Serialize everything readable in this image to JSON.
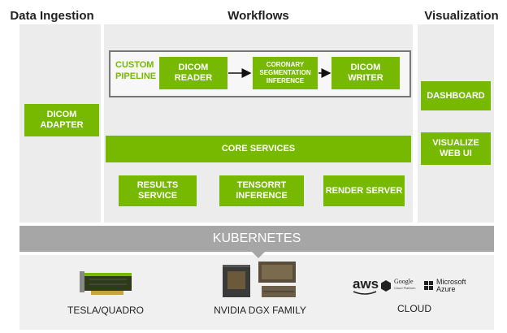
{
  "columns": {
    "ingestion": "Data Ingestion",
    "workflows": "Workflows",
    "visualization": "Visualization"
  },
  "ingestion": {
    "dicom_adapter": "DICOM\nADAPTER"
  },
  "pipeline": {
    "label": "CUSTOM\nPIPELINE",
    "steps": [
      "DICOM\nREADER",
      "CORONARY\nSEGMENTATION\nINFERENCE",
      "DICOM\nWRITER"
    ]
  },
  "core_services": "CORE SERVICES",
  "services": [
    "RESULTS\nSERVICE",
    "TENSORRT\nINFERENCE",
    "RENDER SERVER"
  ],
  "visualization": {
    "dashboard": "DASHBOARD",
    "visualize_web_ui": "VISUALIZE\nWEB UI"
  },
  "kubernetes": "KUBERNETES",
  "platforms": {
    "tesla": "TESLA/QUADRO",
    "dgx": "NVIDIA DGX FAMILY",
    "cloud": "CLOUD",
    "aws": "aws",
    "google": "Google",
    "google_sub": "Cloud Platform",
    "microsoft": "Microsoft",
    "azure": "Azure"
  },
  "colors": {
    "nvidia_green": "#76b900",
    "panel_gray": "#ececec",
    "kubernetes_gray": "#a6a6a6"
  }
}
